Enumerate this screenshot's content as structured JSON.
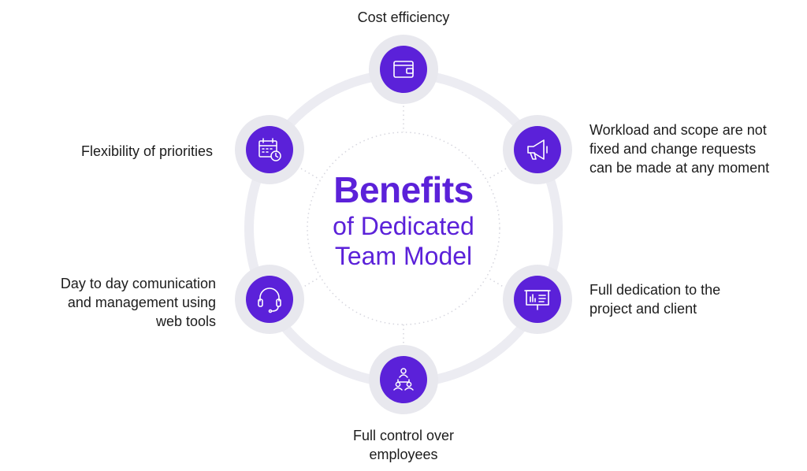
{
  "title": {
    "main": "Benefits",
    "line2": "of Dedicated",
    "line3": "Team Model"
  },
  "colors": {
    "accent": "#5b21d9",
    "ring": "#ececf2",
    "node_outer": "#e8e8ee",
    "connector": "#d6d6de"
  },
  "benefits": [
    {
      "id": "cost",
      "icon": "wallet-icon",
      "text": "Cost efficiency"
    },
    {
      "id": "workload",
      "icon": "megaphone-icon",
      "text": "Workload and scope are not\nfixed  and change requests\ncan be made at any moment"
    },
    {
      "id": "dedication",
      "icon": "presentation-board-icon",
      "text": "Full dedication to the\nproject and client"
    },
    {
      "id": "control",
      "icon": "team-hierarchy-icon",
      "text": "Full control over\nemployees"
    },
    {
      "id": "communication",
      "icon": "headset-icon",
      "text": "Day to day comunication\nand management using\nweb tools"
    },
    {
      "id": "flexibility",
      "icon": "calendar-clock-icon",
      "text": "Flexibility of priorities"
    }
  ]
}
